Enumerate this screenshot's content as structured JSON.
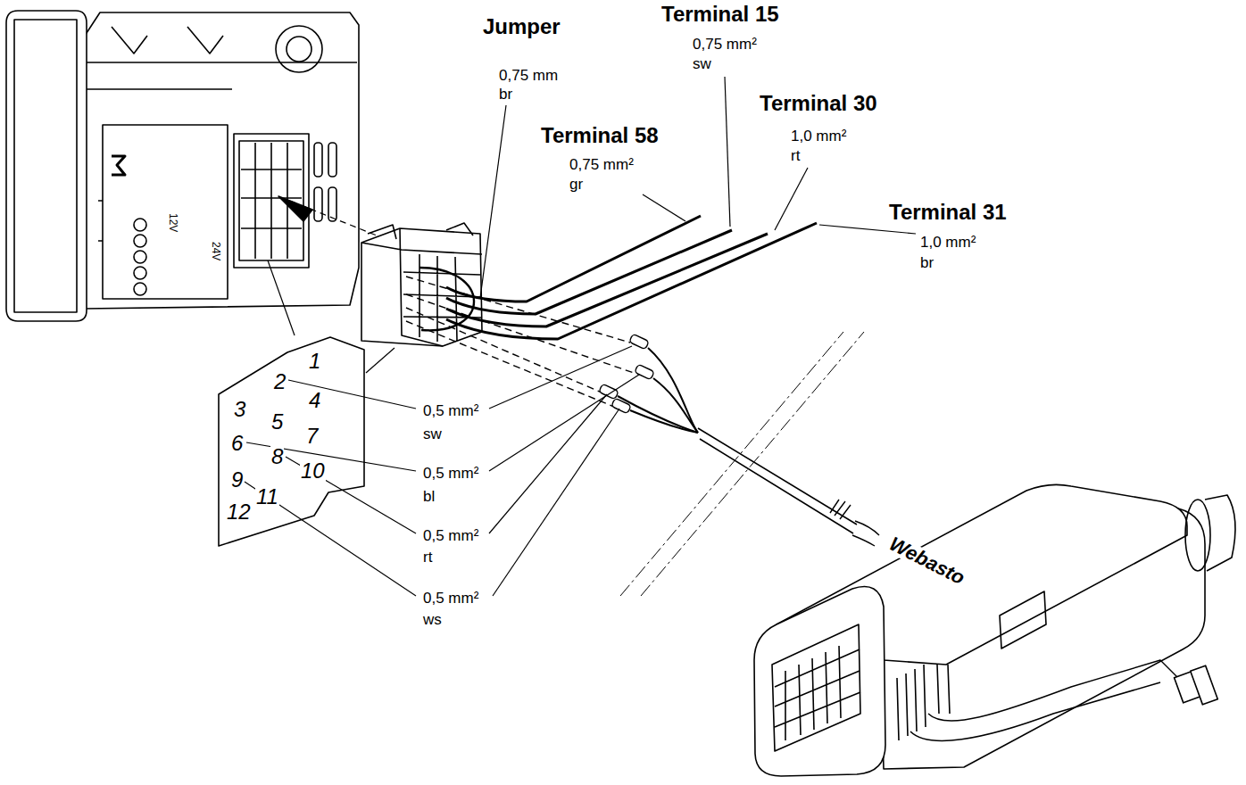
{
  "diagram": {
    "labels": [
      "Jumper",
      "0,75 mm",
      "br",
      "Terminal 15",
      "0,75 mm²",
      "sw",
      "Terminal 30",
      "1,0 mm²",
      "rt",
      "Terminal 58",
      "0,75 mm²",
      "gr",
      "Terminal 31",
      "1,0 mm²",
      "br",
      "1",
      "2",
      "3",
      "4",
      "5",
      "6",
      "7",
      "8",
      "9",
      "10",
      "11",
      "12",
      "0,5 mm²",
      "sw",
      "0,5 mm²",
      "bl",
      "0,5 mm²",
      "rt",
      "0,5 mm²",
      "ws",
      "12V",
      "24V",
      "Webasto"
    ]
  }
}
